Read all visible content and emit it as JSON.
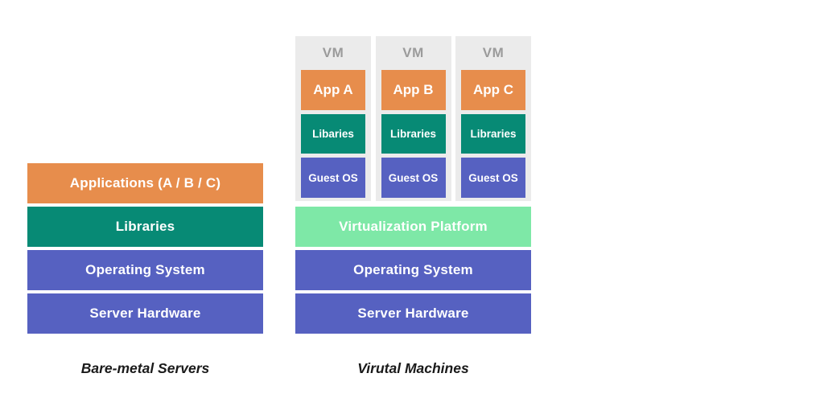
{
  "colors": {
    "orange": "#E78D4C",
    "teal": "#078A75",
    "blue": "#5661C1",
    "mint": "#7EE8A7",
    "vm_panel_gray": "#EBEBEB",
    "vm_title_gray": "#9B9B9B",
    "caption_text": "#1A1A1A",
    "background": "#FFFFFF",
    "layer_text": "#FFFFFF"
  },
  "left_stack": {
    "caption": "Bare-metal Servers",
    "layers": [
      {
        "label": "Applications (A / B / C)",
        "color": "#E78D4C"
      },
      {
        "label": "Libraries",
        "color": "#078A75"
      },
      {
        "label": "Operating System",
        "color": "#5661C1"
      },
      {
        "label": "Server Hardware",
        "color": "#5661C1"
      }
    ]
  },
  "right_stack": {
    "caption": "Virutal Machines",
    "vms": [
      {
        "title": "VM",
        "layers": [
          {
            "label": "App A",
            "color": "#E78D4C"
          },
          {
            "label": "Libaries",
            "color": "#078A75"
          },
          {
            "label": "Guest OS",
            "color": "#5661C1"
          }
        ]
      },
      {
        "title": "VM",
        "layers": [
          {
            "label": "App B",
            "color": "#E78D4C"
          },
          {
            "label": "Libraries",
            "color": "#078A75"
          },
          {
            "label": "Guest OS",
            "color": "#5661C1"
          }
        ]
      },
      {
        "title": "VM",
        "layers": [
          {
            "label": "App C",
            "color": "#E78D4C"
          },
          {
            "label": "Libraries",
            "color": "#078A75"
          },
          {
            "label": "Guest OS",
            "color": "#5661C1"
          }
        ]
      }
    ],
    "layers": [
      {
        "label": "Virtualization Platform",
        "color": "#7EE8A7"
      },
      {
        "label": "Operating System",
        "color": "#5661C1"
      },
      {
        "label": "Server Hardware",
        "color": "#5661C1"
      }
    ]
  }
}
